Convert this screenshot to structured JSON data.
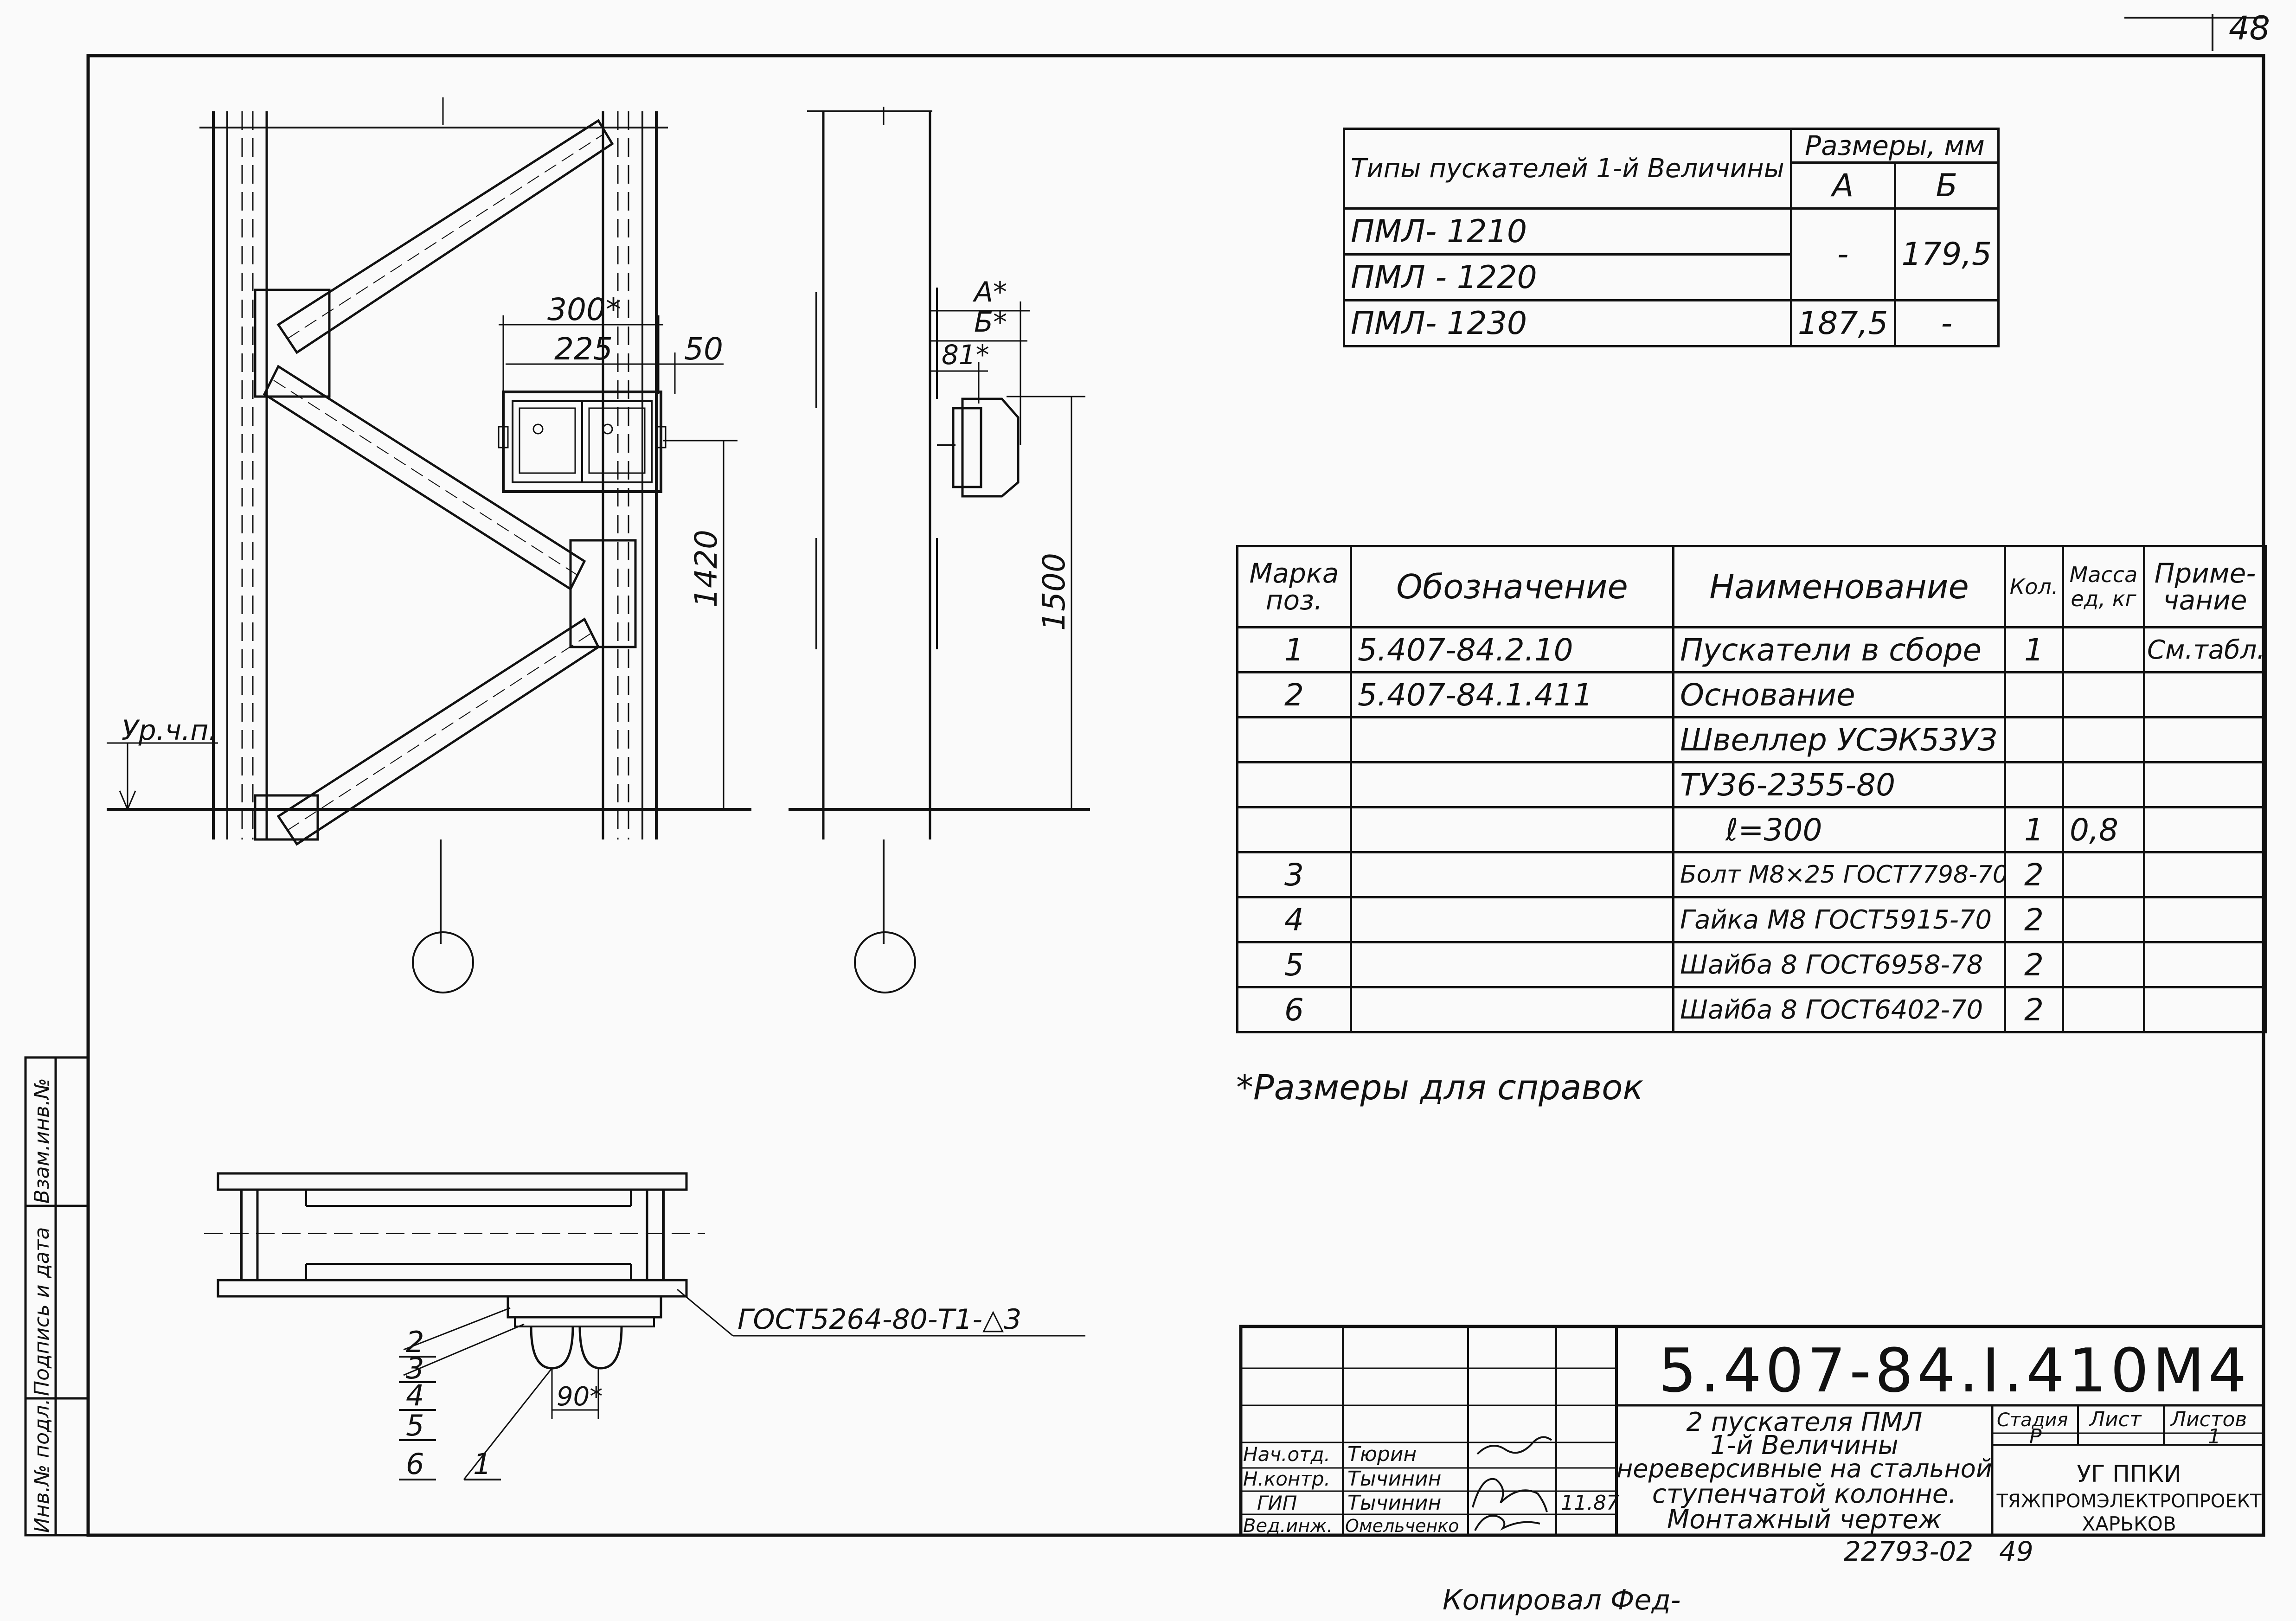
{
  "page_number": "48",
  "dimensions": {
    "d300": "300*",
    "d225": "225",
    "d50": "50",
    "d1420": "1420",
    "d1500": "1500",
    "dA": "А*",
    "dB": "Б*",
    "d81": "81*",
    "d90": "90*",
    "level": "Ур.ч.п."
  },
  "section_callouts": [
    "2",
    "3",
    "4",
    "5",
    "6",
    "1"
  ],
  "weld_note": "ГОСТ5264-80-Т1-△3",
  "pml_table": {
    "header_type": "Типы пускателей 1-й Величины",
    "header_sizes": "Размеры, мм",
    "header_a": "А",
    "header_b": "Б",
    "rows": [
      {
        "type": "ПМЛ- 1210",
        "a": "-",
        "b": "179,5"
      },
      {
        "type": "ПМЛ - 1220"
      },
      {
        "type": "ПМЛ- 1230",
        "a": "187,5",
        "b": "-"
      }
    ]
  },
  "spec_table": {
    "headers": {
      "mark": "Марка поз.",
      "designation": "Обозначение",
      "name": "Наименование",
      "qty": "Кол.",
      "mass": "Масса ед, кг",
      "note": "Приме-чание"
    },
    "rows": [
      {
        "pos": "1",
        "designation": "5.407-84.2.10",
        "name": "Пускатели в сборе",
        "qty": "1",
        "mass": "",
        "note": "См.табл."
      },
      {
        "pos": "2",
        "designation": "5.407-84.1.411",
        "name": "Основание",
        "qty": "",
        "mass": "",
        "note": ""
      },
      {
        "pos": "",
        "designation": "",
        "name": "Швеллер УСЭК53УЗ",
        "qty": "",
        "mass": "",
        "note": ""
      },
      {
        "pos": "",
        "designation": "",
        "name": "ТУ36-2355-80",
        "qty": "",
        "mass": "",
        "note": ""
      },
      {
        "pos": "",
        "designation": "",
        "name": "ℓ=300",
        "qty": "1",
        "mass": "0,8",
        "note": ""
      },
      {
        "pos": "3",
        "designation": "",
        "name": "Болт М8×25 ГОСТ7798-70",
        "qty": "2",
        "mass": "",
        "note": ""
      },
      {
        "pos": "4",
        "designation": "",
        "name": "Гайка М8 ГОСТ5915-70",
        "qty": "2",
        "mass": "",
        "note": ""
      },
      {
        "pos": "5",
        "designation": "",
        "name": "Шайба 8 ГОСТ6958-78",
        "qty": "2",
        "mass": "",
        "note": ""
      },
      {
        "pos": "6",
        "designation": "",
        "name": "Шайба 8 ГОСТ6402-70",
        "qty": "2",
        "mass": "",
        "note": ""
      }
    ]
  },
  "reference_note": "*Размеры для справок",
  "title_block": {
    "code": "5.407-84.I.410М4",
    "title_lines": [
      "2 пускателя ПМЛ",
      "1-й Величины",
      "нереверсивные на стальной",
      "ступенчатой колонне.",
      "Монтажный чертеж"
    ],
    "stage_label": "Стадия",
    "sheet_label": "Лист",
    "sheets_label": "Листов",
    "stage": "Р",
    "sheets": "1",
    "organization": [
      "УГ ППКИ",
      "ТЯЖПРОМЭЛЕКТРОПРОЕКТ",
      "ХАРЬКОВ"
    ],
    "date": "11.87",
    "roles": [
      {
        "role": "Нач.отд.",
        "name": "Тюрин"
      },
      {
        "role": "Н.контр.",
        "name": "Тычинин"
      },
      {
        "role": "ГИП",
        "name": "Тычинин"
      },
      {
        "role": "Вед.инж.",
        "name": "Омельченко"
      }
    ]
  },
  "side_stamp": [
    "Инв.№ подл.",
    "Подпись и дата",
    "Взам.инв.№"
  ],
  "archive_number": "22793-02",
  "archive_page": "49",
  "footer_note": "Копировал Фед-"
}
